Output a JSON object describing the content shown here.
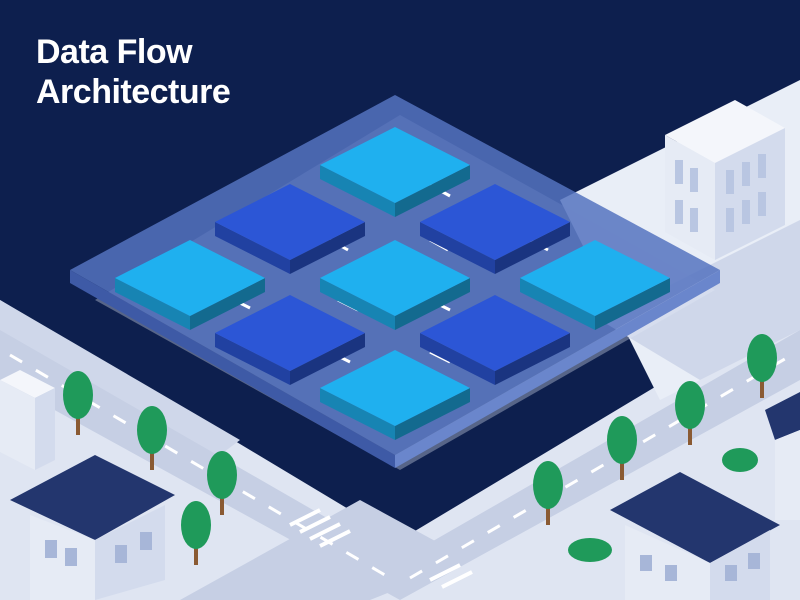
{
  "title": {
    "line1": "Data Flow",
    "line2": "Architecture"
  },
  "colors": {
    "background": "#0d1f4e",
    "platform": "#4d6cb5",
    "tile_light": "#1fb0ef",
    "tile_dark": "#2c56d6",
    "ground": "#e6ebf5",
    "road": "#c5cee3",
    "tree": "#1f9a5a",
    "roof": "#23366e"
  },
  "icons": [
    "data-node-tile",
    "building-icon",
    "house-icon",
    "tree-icon",
    "bush-icon"
  ]
}
